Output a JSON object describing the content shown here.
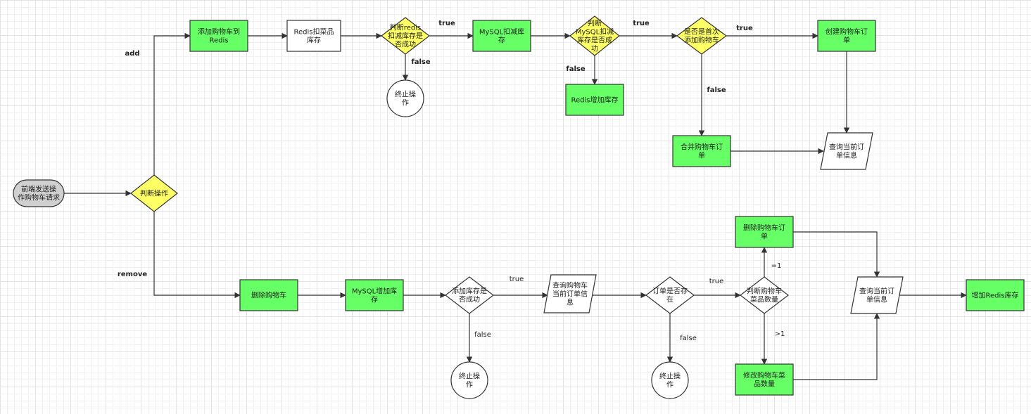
{
  "colors": {
    "green": "#66ff66",
    "yellow": "#ffff66",
    "gray": "#d0d0d0",
    "white": "#ffffff",
    "stroke": "#333333"
  },
  "nodes": {
    "start": [
      "前端发送操",
      "作购物车请求"
    ],
    "judge_op": [
      "判断操作"
    ],
    "add_cart_redis": [
      "添加购物车到",
      "Redis"
    ],
    "redis_deduct": [
      "Redis扣菜品",
      "库存"
    ],
    "judge_redis_deduct": [
      "判断redis",
      "扣减库存是",
      "否成功"
    ],
    "stop_1": [
      "终止操",
      "作"
    ],
    "mysql_deduct": [
      "MySQL扣减库",
      "存"
    ],
    "judge_mysql_deduct": [
      "判断",
      "MySQL扣减",
      "库存是否成",
      "功"
    ],
    "redis_add_stock_top": [
      "Redis增加库存"
    ],
    "judge_first_add": [
      "是否是首次",
      "添加购物车"
    ],
    "create_order": [
      "创建购物车订",
      "单"
    ],
    "merge_order": [
      "合并购物车订",
      "单"
    ],
    "query_order_top": [
      "查询当前订",
      "单信息"
    ],
    "delete_cart": [
      "删除购物车"
    ],
    "mysql_add_stock": [
      "MySQL增加库",
      "存"
    ],
    "judge_add_stock": [
      "添加库存是",
      "否成功"
    ],
    "stop_2": [
      "终止操",
      "作"
    ],
    "query_cart_order": [
      "查询购物车",
      "当前订单信",
      "息"
    ],
    "judge_order_exists": [
      "订单是否存",
      "在"
    ],
    "stop_3": [
      "终止操",
      "作"
    ],
    "judge_dish_count": [
      "判断购物车",
      "菜品数量"
    ],
    "delete_order": [
      "删除购物车订",
      "单"
    ],
    "modify_dish_count": [
      "修改购物车菜",
      "品数量"
    ],
    "query_order_bottom": [
      "查询当前订",
      "单信息"
    ],
    "redis_add_stock_bottom": [
      "增加Redis库存"
    ]
  },
  "edge_labels": {
    "add": "add",
    "remove": "remove",
    "true_1": "true",
    "false_1": "false",
    "true_2": "true",
    "false_2": "false",
    "true_3": "true",
    "false_3": "false",
    "true_4": "true",
    "false_4": "false",
    "true_5": "true",
    "false_5": "false",
    "eq_1": "=1",
    "gt_1": ">1"
  }
}
